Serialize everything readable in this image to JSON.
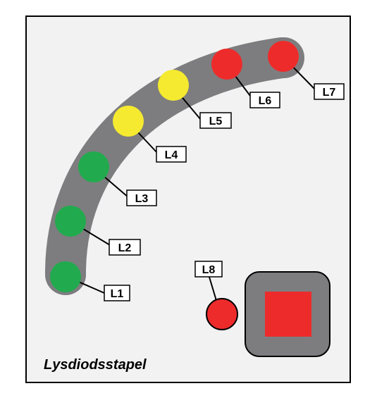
{
  "diagram": {
    "title": "Lysdiodsstapel",
    "colors": {
      "panel_background": "#f2f2f2",
      "panel_border": "#000000",
      "arc_track": "#7d7d7f",
      "led_green": "#22aa4e",
      "led_yellow": "#f5ea30",
      "led_red": "#ee2b2b",
      "button_frame": "#7d7d7f",
      "button_face": "#ee2b2b"
    },
    "leds": [
      {
        "id": "L1",
        "label": "L1",
        "color": "green"
      },
      {
        "id": "L2",
        "label": "L2",
        "color": "green"
      },
      {
        "id": "L3",
        "label": "L3",
        "color": "green"
      },
      {
        "id": "L4",
        "label": "L4",
        "color": "yellow"
      },
      {
        "id": "L5",
        "label": "L5",
        "color": "yellow"
      },
      {
        "id": "L6",
        "label": "L6",
        "color": "red"
      },
      {
        "id": "L7",
        "label": "L7",
        "color": "red"
      },
      {
        "id": "L8",
        "label": "L8",
        "color": "red"
      }
    ],
    "button": {
      "icon": "square-stop-button"
    }
  }
}
